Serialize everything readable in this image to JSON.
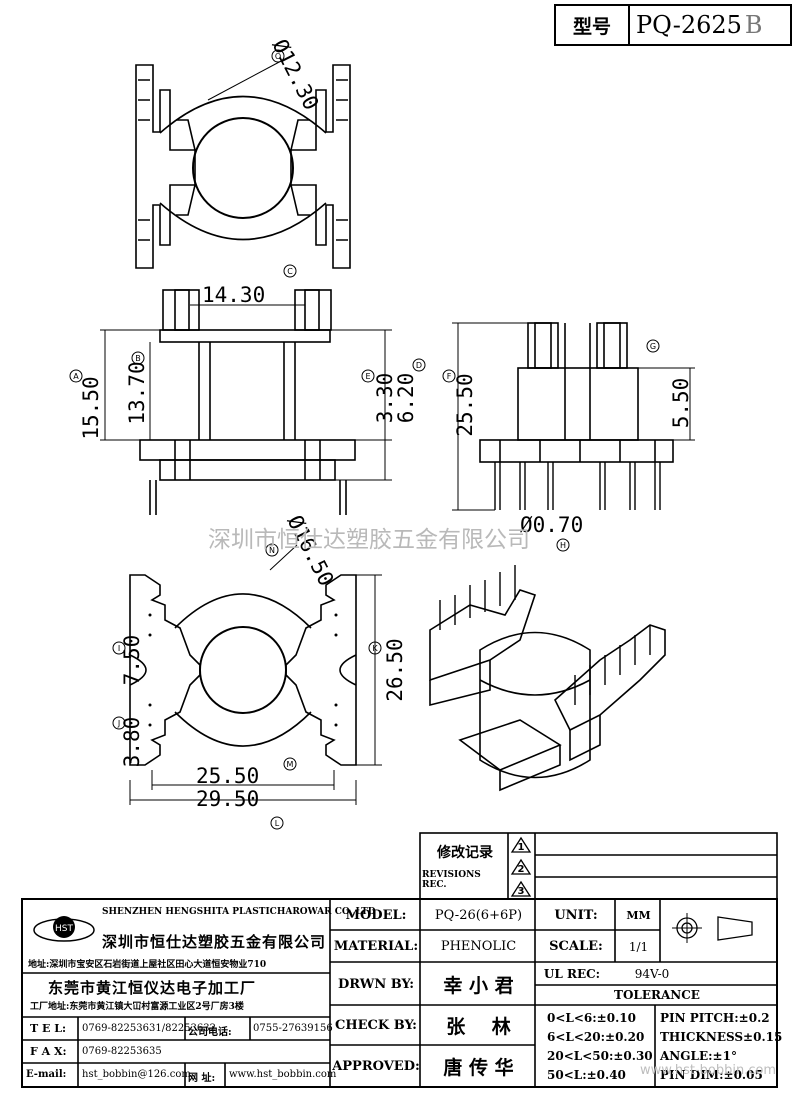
{
  "header": {
    "type_label": "型号",
    "part_number": "PQ-2625",
    "revision": "B"
  },
  "watermark": "深圳市恒仕达塑胶五金有限公司",
  "watermark_url": "www.hst-bobbin.com",
  "dims": {
    "d1230": "Ø12.30",
    "w1430": "14.30",
    "h1550": "15.50",
    "h1370": "13.70",
    "h620": "6.20",
    "h330": "3.30",
    "h2550": "25.50",
    "h550": "5.50",
    "p070": "Ø0.70",
    "d1650": "Ø16.50",
    "w750": "7.50",
    "w380": "3.80",
    "h2650": "26.50",
    "w2550": "25.50",
    "w2950": "29.50"
  },
  "markers": [
    "O",
    "C",
    "A",
    "B",
    "D",
    "E",
    "F",
    "G",
    "N",
    "H",
    "I",
    "J",
    "K",
    "M",
    "L"
  ],
  "revisions": {
    "title": "修改记录",
    "title_en": "REVISIONS REC.",
    "rows": [
      "1",
      "2",
      "3"
    ]
  },
  "company": {
    "name_en": "SHENZHEN HENGSHITA PLASTICHAROWAR CO.,LTD",
    "name_cn": "深圳市恒仕达塑胶五金有限公司",
    "address": "地址:深圳市宝安区石岩街道上屋社区田心大道恒安物业710",
    "factory_name": "东莞市黄江恒仪达电子加工厂",
    "factory_address": "工厂地址:东莞市黄江镇大冚村富源工业区2号厂房3楼",
    "tel_label": "T E L:",
    "tel": "0769-82253631/82253632",
    "company_phone_label": "公司电话:",
    "company_phone": "0755-27639156",
    "fax_label": "F A X:",
    "fax": "0769-82253635",
    "email_label": "E-mail:",
    "email": "hst_bobbin@126.com",
    "web_label": "网 址:",
    "web": "www.hst_bobbin.com"
  },
  "specs": {
    "model_label": "MODEL:",
    "model": "PQ-26(6+6P)",
    "unit_label": "UNIT:",
    "unit": "MM",
    "material_label": "MATERIAL:",
    "material": "PHENOLIC",
    "scale_label": "SCALE:",
    "scale": "1/1",
    "drawn_label": "DRWN BY:",
    "drawn": "幸 小 君",
    "ul_label": "UL REC:",
    "ul": "94V-0",
    "tolerance_label": "TOLERANCE",
    "check_label": "CHECK BY:",
    "check": "张    林",
    "approved_label": "APPROVED:",
    "approved": "唐 传 华",
    "tolerances": [
      "0<L<6:±0.10",
      "6<L<20:±0.20",
      "20<L<50:±0.30",
      "50<L:±0.40"
    ],
    "pitch": "PIN PITCH:±0.2",
    "thickness": "THICKNESS±0.15",
    "angle": "ANGLE:±1°",
    "pin_dim": "PIN DIM:±0.05"
  }
}
